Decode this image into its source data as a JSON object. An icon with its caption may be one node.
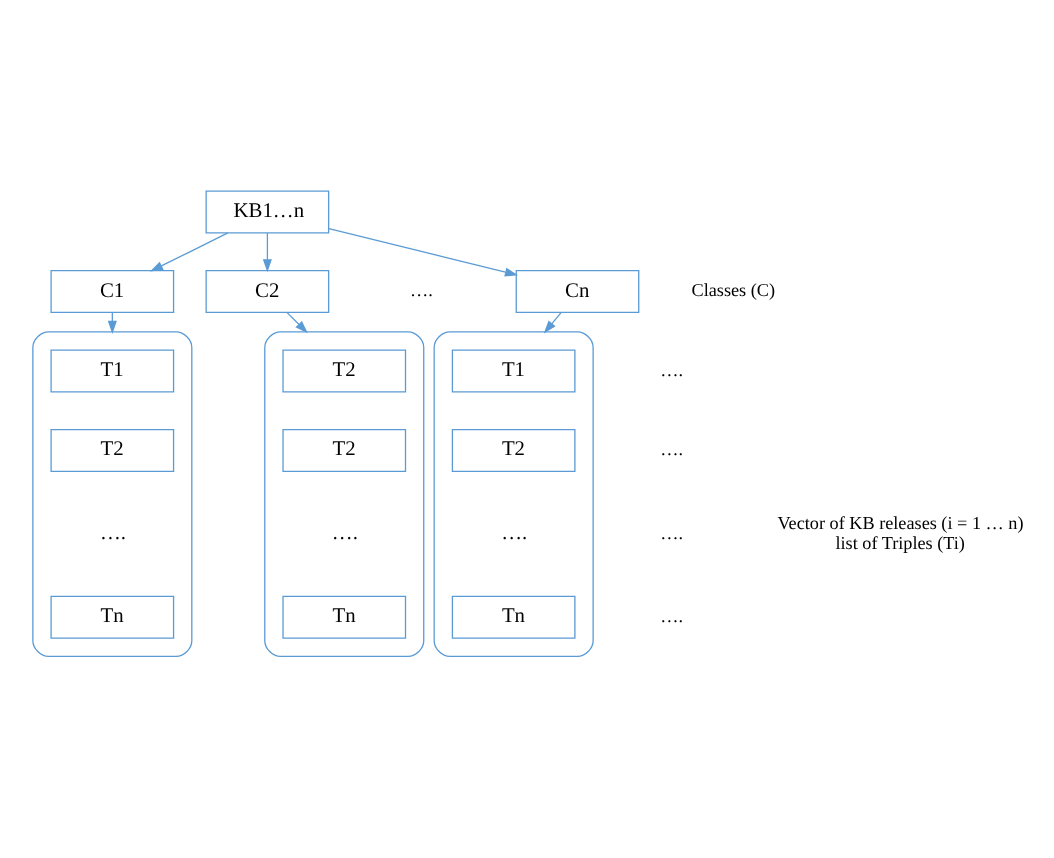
{
  "diagram": {
    "nodes": [
      {
        "text": [
          "KB1…n"
        ]
      },
      {
        "text": [
          "C1"
        ]
      },
      {
        "text": [
          "C2"
        ]
      },
      {
        "text": [
          "Cn"
        ]
      },
      {
        "text": [],
        "shape": "box"
      },
      {
        "text": [
          "T1"
        ],
        "in": 4
      },
      {
        "text": [
          "T2"
        ],
        "in": 4
      },
      {
        "text": [
          "…."
        ],
        "in": 4
      },
      {
        "text": [
          "Tn"
        ],
        "in": 4
      },
      {
        "text": [],
        "shape": "box"
      },
      {
        "text": [
          "T2"
        ],
        "in": 9
      },
      {
        "text": [
          "T2"
        ],
        "in": 9
      },
      {
        "text": [
          "…."
        ],
        "in": 9
      },
      {
        "text": [
          "Tn"
        ],
        "in": 9
      },
      {
        "text": [],
        "shape": "box"
      },
      {
        "text": [
          "T1"
        ],
        "in": 14
      },
      {
        "text": [
          "T2"
        ],
        "in": 14
      },
      {
        "text": [
          "…."
        ],
        "in": 14
      },
      {
        "text": [
          "Tn"
        ],
        "in": 14
      }
    ],
    "edges": [
      {
        "from": 0,
        "to": 1,
        "arrow": "to"
      },
      {
        "from": 0,
        "to": 2,
        "arrow": "to"
      },
      {
        "from": 0,
        "to": 3,
        "arrow": "to"
      },
      {
        "from": 1,
        "to": 4,
        "arrow": "to"
      },
      {
        "from": 2,
        "to": 9,
        "arrow": "to"
      },
      {
        "from": 3,
        "to": 14,
        "arrow": "to"
      }
    ],
    "labels": [
      "….",
      "Classes (C)",
      "….",
      "….",
      "….",
      "….",
      "Vector of KB releases (i = 1 … n) list of Triples (Ti)"
    ]
  }
}
